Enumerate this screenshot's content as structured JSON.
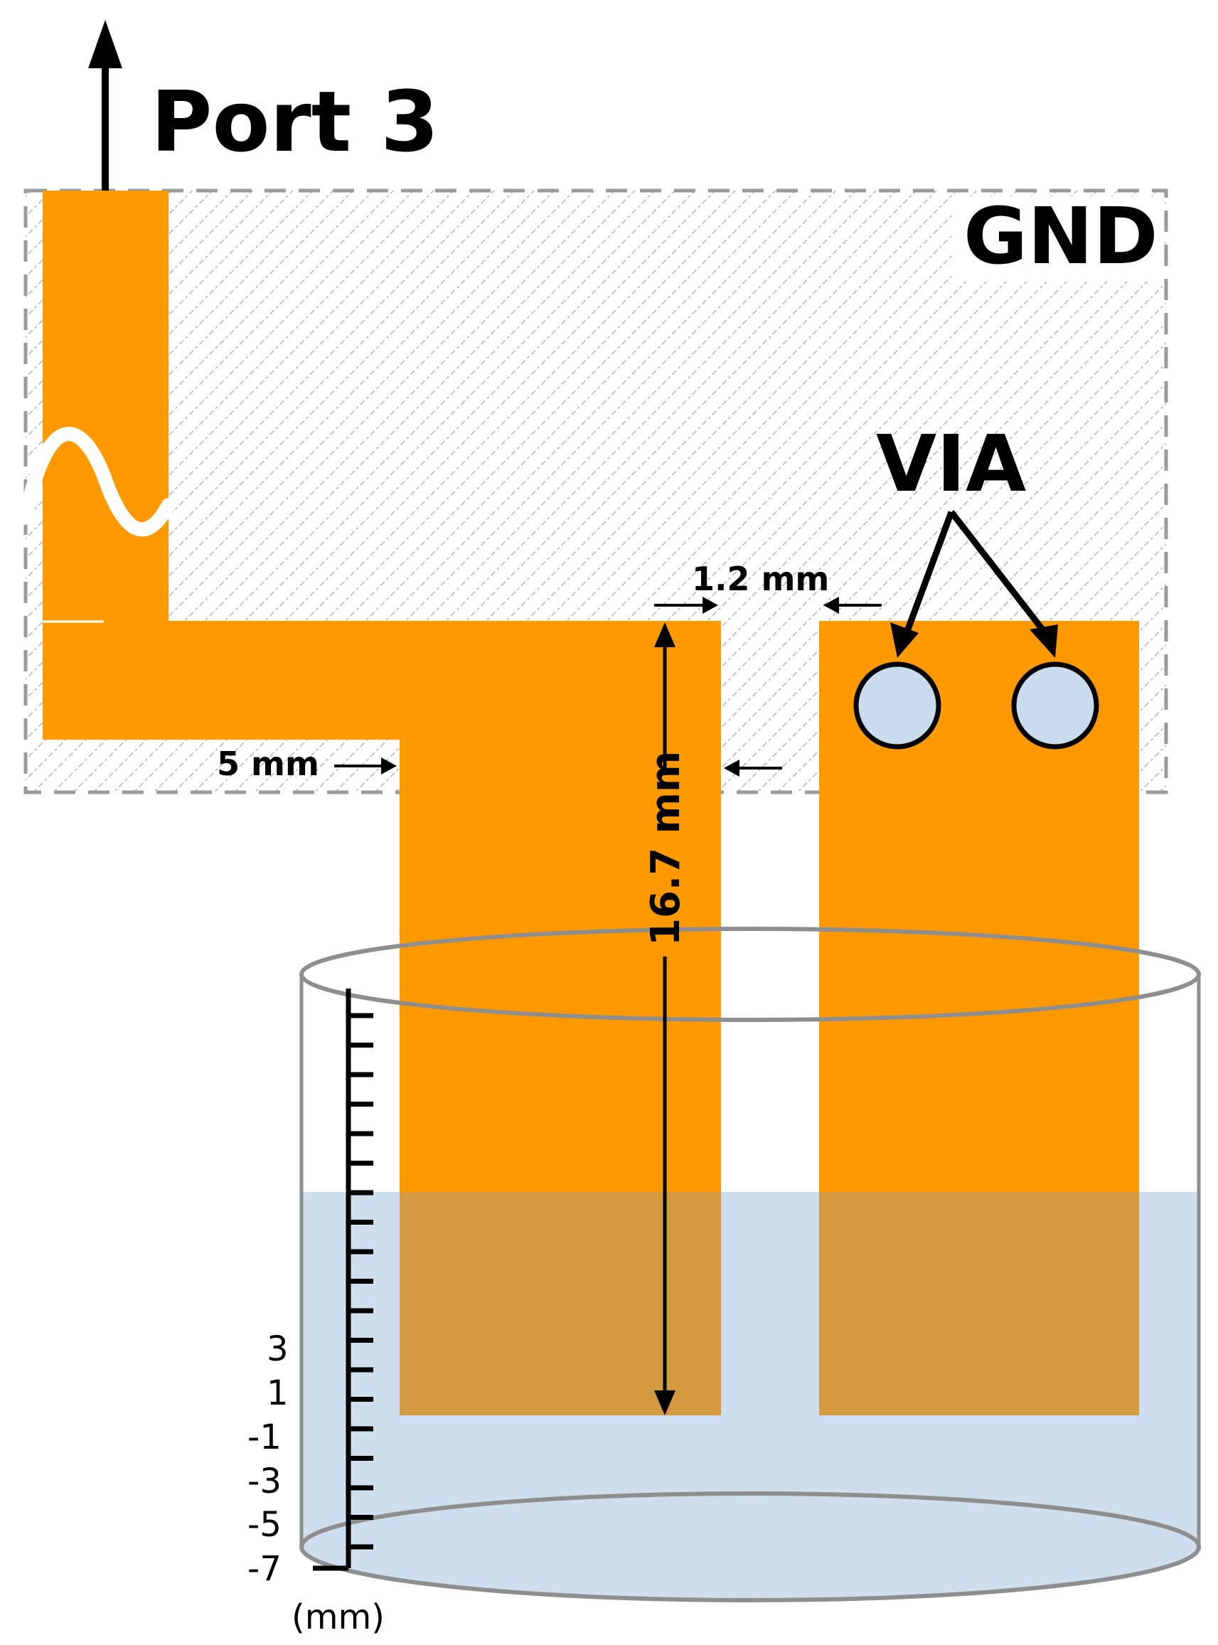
{
  "labels": {
    "port": "Port 3",
    "gnd": "GND",
    "via": "VIA",
    "gap_width": "1.2 mm",
    "feed_offset": "5 mm",
    "arm_length": "16.7 mm",
    "scale_unit": "(mm)"
  },
  "scale": {
    "tick_labels": [
      "3",
      "1",
      "-1",
      "-3",
      "-5",
      "-7"
    ]
  },
  "colors": {
    "copper": "#FF9900",
    "submerged_copper": "#D4983F",
    "liquid": "#CFDEEE",
    "via_fill": "#C9DCEE",
    "gnd_border": "#9A9A9A",
    "hatch": "#B5B5B5"
  }
}
